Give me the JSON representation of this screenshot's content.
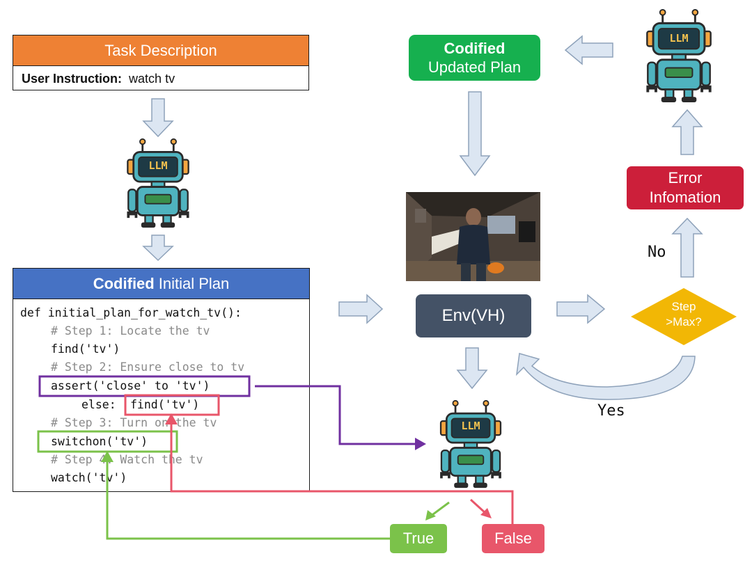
{
  "task": {
    "header": "Task Description",
    "instruction_label": "User Instruction:",
    "instruction_value": "watch tv"
  },
  "plan": {
    "header_bold": "Codified",
    "header_rest": "Initial Plan",
    "lines": [
      "def initial_plan_for_watch_tv():",
      "# Step 1: Locate the tv",
      "find('tv')",
      "# Step 2: Ensure close to tv",
      "assert('close' to 'tv')",
      "else:",
      "find('tv')",
      "# Step 3: Turn on the tv",
      "switchon('tv')",
      "# Step 4: Watch the tv",
      "watch('tv')"
    ]
  },
  "updated_plan": {
    "bold": "Codified",
    "rest": "Updated Plan"
  },
  "env": {
    "label": "Env(VH)"
  },
  "decision": {
    "line1": "Step",
    "line2": ">Max?"
  },
  "error": {
    "line1": "Error",
    "line2": "Infomation"
  },
  "robot": {
    "label": "LLM"
  },
  "branches": {
    "yes": "Yes",
    "no": "No",
    "true": "True",
    "false": "False"
  },
  "colors": {
    "task_header": "#ee8134",
    "plan_header": "#4672c4",
    "updated_plan": "#16b04f",
    "env": "#445266",
    "error": "#cc1f3a",
    "decision": "#f2b705",
    "true": "#7bc24a",
    "false": "#e8566a",
    "assert_highlight": "#7030a0",
    "robot_body": "#4fb3bf",
    "robot_screen": "#1e3a45"
  }
}
